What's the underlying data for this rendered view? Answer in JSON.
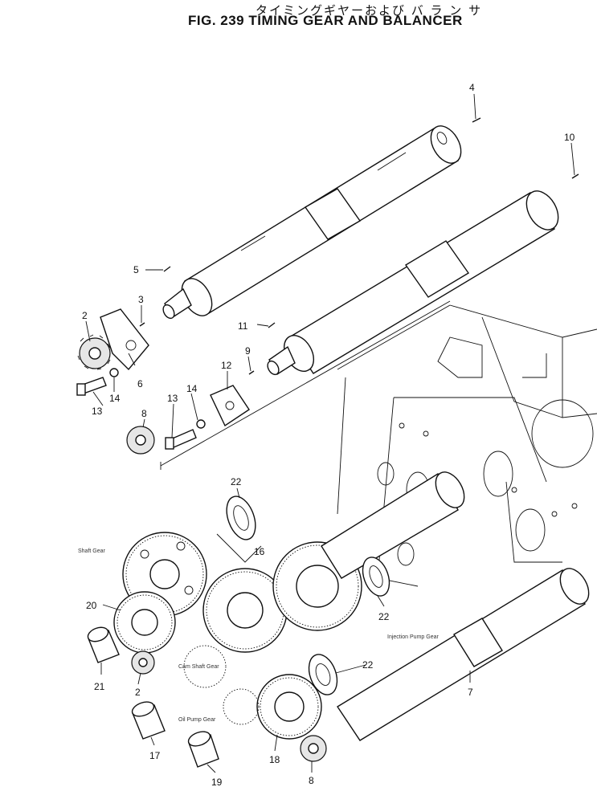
{
  "title": {
    "japanese": "タイミングギヤーおよび バ ラ ン サ",
    "english": "FIG. 239  TIMING GEAR AND BALANCER"
  },
  "callouts": [
    {
      "id": "c4",
      "label": "4"
    },
    {
      "id": "c10",
      "label": "10"
    },
    {
      "id": "c5",
      "label": "5"
    },
    {
      "id": "c3",
      "label": "3"
    },
    {
      "id": "c2a",
      "label": "2"
    },
    {
      "id": "c6",
      "label": "6"
    },
    {
      "id": "c14a",
      "label": "14"
    },
    {
      "id": "c13a",
      "label": "13"
    },
    {
      "id": "c11",
      "label": "11"
    },
    {
      "id": "c9",
      "label": "9"
    },
    {
      "id": "c12",
      "label": "12"
    },
    {
      "id": "c14b",
      "label": "14"
    },
    {
      "id": "c13b",
      "label": "13"
    },
    {
      "id": "c8a",
      "label": "8"
    },
    {
      "id": "c22a",
      "label": "22"
    },
    {
      "id": "c16",
      "label": "16"
    },
    {
      "id": "c20",
      "label": "20"
    },
    {
      "id": "c22b",
      "label": "22"
    },
    {
      "id": "c22c",
      "label": "22"
    },
    {
      "id": "c7",
      "label": "7"
    },
    {
      "id": "c21",
      "label": "21"
    },
    {
      "id": "c2b",
      "label": "2"
    },
    {
      "id": "c17",
      "label": "17"
    },
    {
      "id": "c18",
      "label": "18"
    },
    {
      "id": "c19",
      "label": "19"
    },
    {
      "id": "c8b",
      "label": "8"
    }
  ],
  "notes": {
    "shaft_gear": "Shaft Gear",
    "injection_pump_gear": "Injection Pump Gear",
    "cam_shaft_gear": "Cam Shaft Gear",
    "oil_pump_gear": "Oil Pump Gear"
  }
}
